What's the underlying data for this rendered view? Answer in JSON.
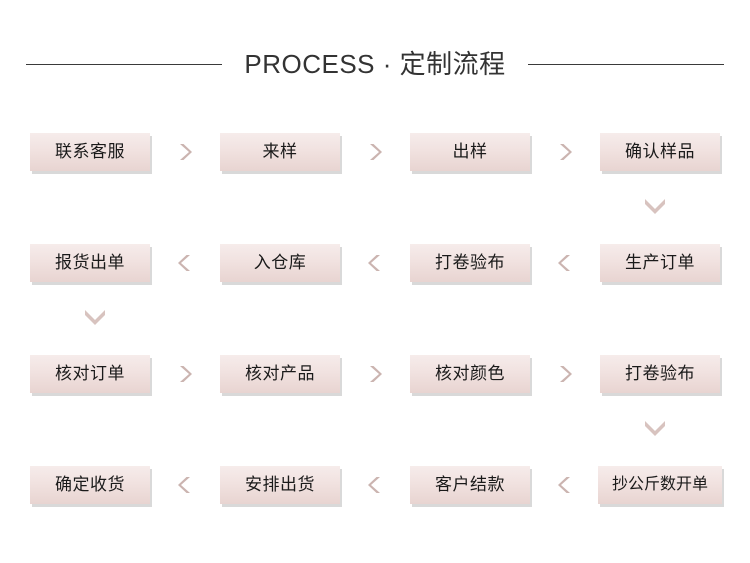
{
  "header": {
    "title": "PROCESS · 定制流程",
    "title_color": "#333333",
    "rule_color": "#3a3a3a"
  },
  "theme": {
    "background": "#ffffff",
    "node_gradient_top": "#f6eceb",
    "node_gradient_bottom": "#e8d4d1",
    "node_shadow": "#d9d9d9",
    "node_text": "#1a1a1a",
    "chevron_color": "#cbb4b0",
    "vertical_chevron_color": "#d8c3bf"
  },
  "flow": {
    "rows": [
      {
        "direction": "left-to-right",
        "connector_icon": "chevron-right-icon",
        "nodes": [
          {
            "label": "联系客服"
          },
          {
            "label": "来样"
          },
          {
            "label": "出样"
          },
          {
            "label": "确认样品"
          }
        ]
      },
      {
        "direction": "right-to-left",
        "connector_icon": "chevron-left-icon",
        "nodes": [
          {
            "label": "报货出单"
          },
          {
            "label": "入仓库"
          },
          {
            "label": "打卷验布"
          },
          {
            "label": "生产订单"
          }
        ]
      },
      {
        "direction": "left-to-right",
        "connector_icon": "chevron-right-icon",
        "nodes": [
          {
            "label": "核对订单"
          },
          {
            "label": "核对产品"
          },
          {
            "label": "核对颜色"
          },
          {
            "label": "打卷验布"
          }
        ]
      },
      {
        "direction": "right-to-left",
        "connector_icon": "chevron-left-icon",
        "nodes": [
          {
            "label": "确定收货"
          },
          {
            "label": "安排出货"
          },
          {
            "label": "客户结款"
          },
          {
            "label": "抄公斤数开单"
          }
        ]
      }
    ],
    "row_connectors": [
      {
        "icon": "chevron-down-icon",
        "column": "right",
        "after_row": 1
      },
      {
        "icon": "chevron-down-icon",
        "column": "left",
        "after_row": 2
      },
      {
        "icon": "chevron-down-icon",
        "column": "right",
        "after_row": 3
      }
    ]
  }
}
